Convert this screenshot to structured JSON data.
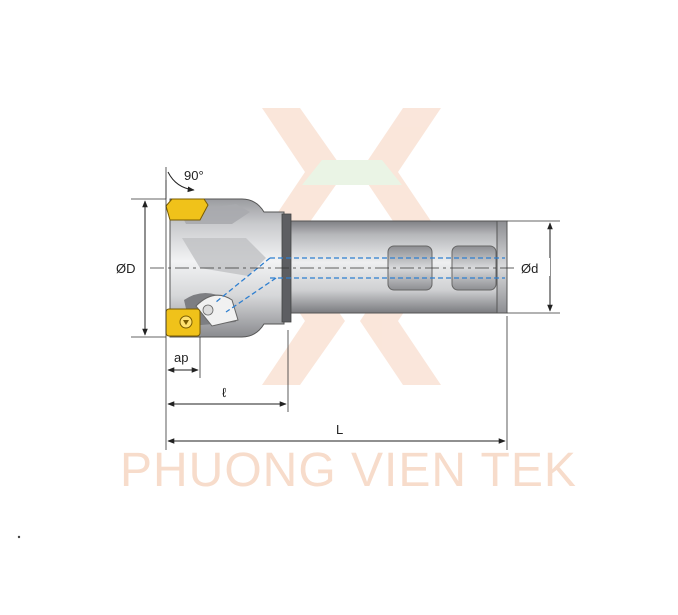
{
  "watermark": {
    "text": "PHUONG VIEN TEK"
  },
  "dimensions": {
    "angle": "90°",
    "outer_diameter": "ØD",
    "shank_diameter": "Ød",
    "depth_of_cut": "ap",
    "head_length": "ℓ",
    "overall_length": "L"
  },
  "colors": {
    "insert": "#f0c21a",
    "coolant_line": "#2e7fd0",
    "body_dark": "#8e8f93",
    "body_light": "#e6e7e9",
    "watermark": "#f6d6c2"
  }
}
